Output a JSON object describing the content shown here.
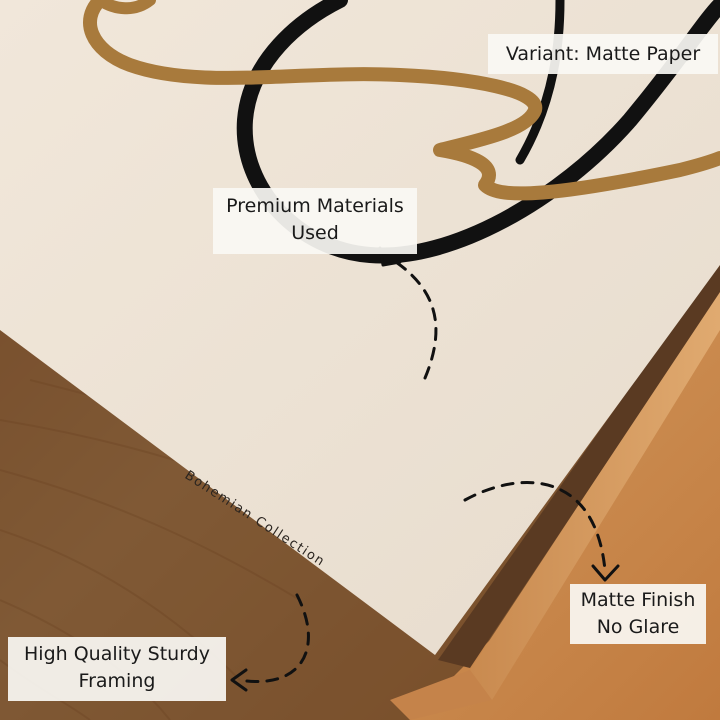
{
  "callouts": {
    "variant": "Variant: Matte Paper",
    "premium": [
      "Premium Materials",
      "Used"
    ],
    "matte": [
      "Matte Finish",
      "No Glare"
    ],
    "framing": [
      "High Quality Sturdy",
      "Framing"
    ]
  },
  "print_text": "Bohemian Collection",
  "colors": {
    "paper": "#efe6da",
    "wood_light": "#d9a066",
    "wood_dark": "#a65e2a",
    "gold_stroke": "#a87a3c",
    "black_stroke": "#111111",
    "label_bg": "#f8f6f2"
  }
}
